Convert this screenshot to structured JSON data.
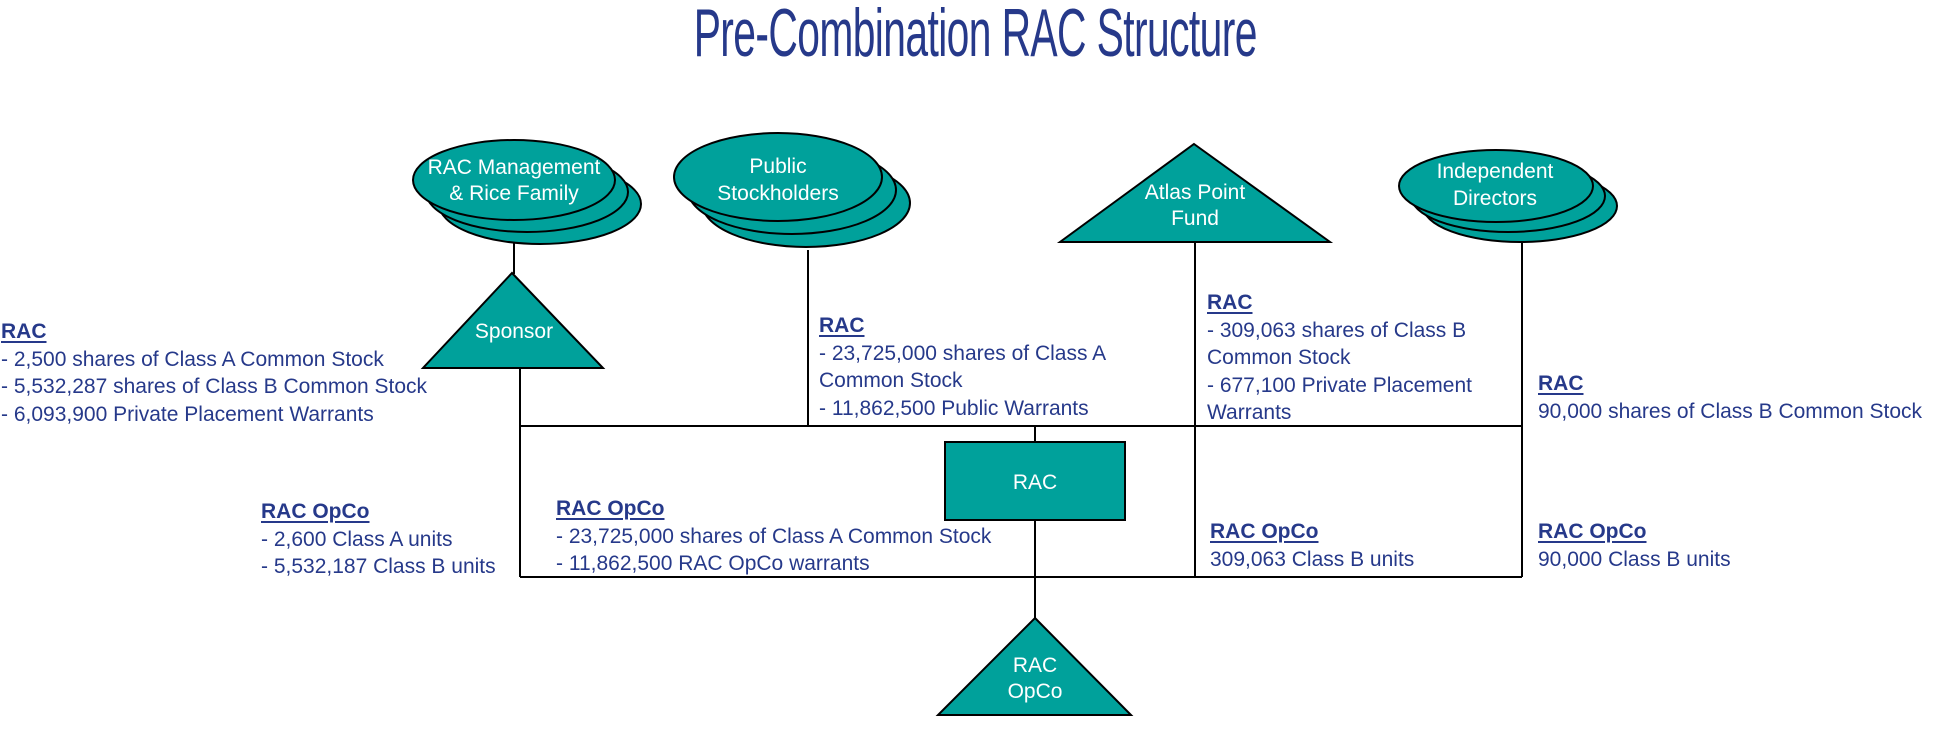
{
  "title": "Pre-Combination RAC Structure",
  "colors": {
    "node_fill": "#00a19b",
    "text": "#26398a",
    "title": "#26398a",
    "lines": "#000000"
  },
  "nodes": {
    "management": {
      "lines": [
        "RAC Management",
        "& Rice Family"
      ],
      "shape": "stacked-ellipse"
    },
    "public": {
      "lines": [
        "Public",
        "Stockholders"
      ],
      "shape": "stacked-ellipse"
    },
    "atlas": {
      "lines": [
        "Atlas Point",
        "Fund"
      ],
      "shape": "triangle"
    },
    "independent": {
      "lines": [
        "Independent",
        "Directors"
      ],
      "shape": "stacked-ellipse"
    },
    "sponsor": {
      "lines": [
        "Sponsor"
      ],
      "shape": "triangle"
    },
    "rac": {
      "lines": [
        "RAC"
      ],
      "shape": "rectangle"
    },
    "rac_opco": {
      "lines": [
        "RAC",
        "OpCo"
      ],
      "shape": "triangle"
    }
  },
  "holdings": {
    "sponsor_rac": {
      "header": "RAC",
      "lines": [
        "- 2,500 shares of Class A Common Stock",
        "- 5,532,287 shares of Class B Common Stock",
        "- 6,093,900 Private Placement Warrants"
      ]
    },
    "public_rac": {
      "header": "RAC",
      "lines": [
        "- 23,725,000 shares of Class A",
        "Common Stock",
        "- 11,862,500 Public Warrants"
      ]
    },
    "atlas_rac": {
      "header": "RAC",
      "lines": [
        "- 309,063 shares of Class B",
        "Common Stock",
        "- 677,100 Private Placement",
        "Warrants"
      ]
    },
    "independent_rac": {
      "header": "RAC",
      "lines": [
        "90,000 shares of Class B Common Stock"
      ]
    },
    "sponsor_opco": {
      "header": "RAC OpCo",
      "lines": [
        "- 2,600 Class A units",
        "- 5,532,187 Class B units"
      ]
    },
    "rac_opco": {
      "header": "RAC OpCo",
      "lines": [
        "- 23,725,000 shares of Class A Common Stock",
        "- 11,862,500 RAC OpCo warrants"
      ]
    },
    "atlas_opco": {
      "header": "RAC OpCo",
      "lines": [
        "309,063 Class B units"
      ]
    },
    "independent_opco": {
      "header": "RAC OpCo",
      "lines": [
        "90,000 Class B units"
      ]
    }
  }
}
